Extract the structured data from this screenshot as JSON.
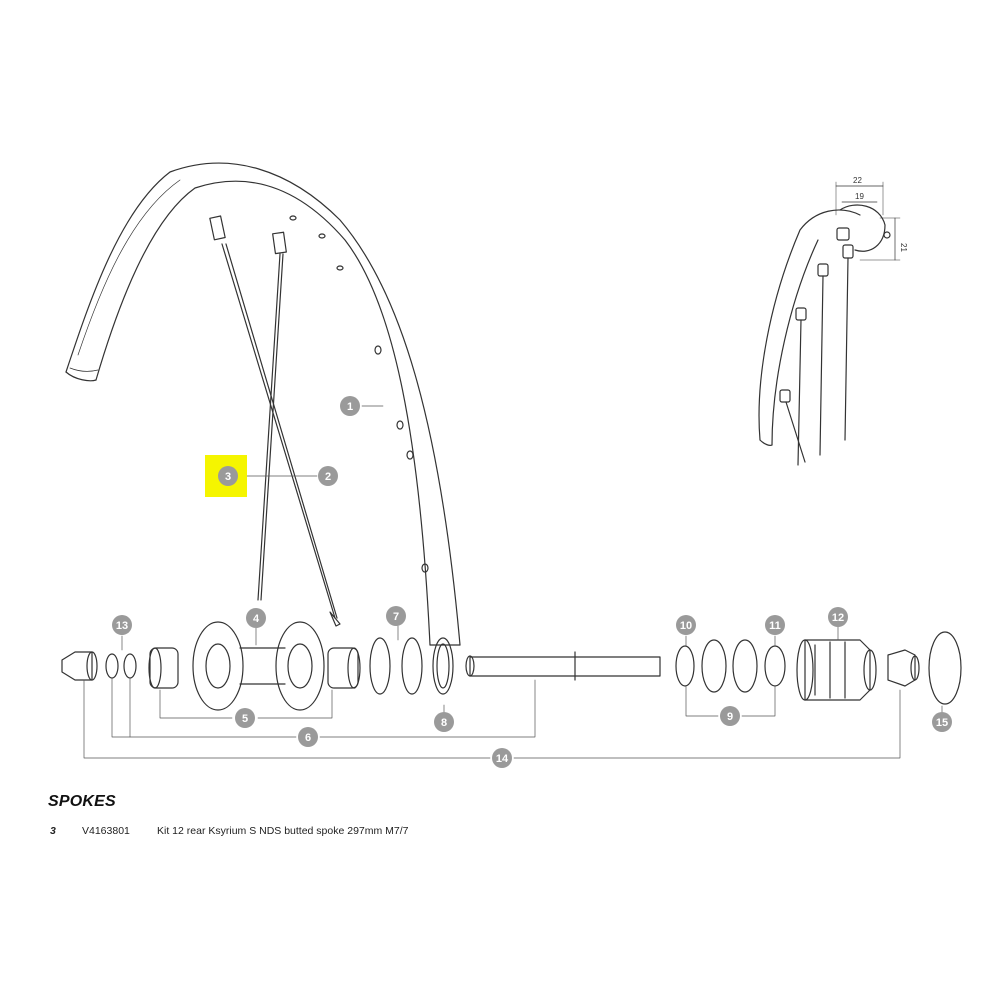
{
  "callouts": [
    {
      "id": "1",
      "label": "1"
    },
    {
      "id": "2",
      "label": "2"
    },
    {
      "id": "3",
      "label": "3",
      "highlighted": true
    },
    {
      "id": "4",
      "label": "4"
    },
    {
      "id": "5",
      "label": "5"
    },
    {
      "id": "6",
      "label": "6"
    },
    {
      "id": "7",
      "label": "7"
    },
    {
      "id": "8",
      "label": "8"
    },
    {
      "id": "9",
      "label": "9"
    },
    {
      "id": "10",
      "label": "10"
    },
    {
      "id": "11",
      "label": "11"
    },
    {
      "id": "12",
      "label": "12"
    },
    {
      "id": "13",
      "label": "13"
    },
    {
      "id": "14",
      "label": "14"
    },
    {
      "id": "15",
      "label": "15"
    }
  ],
  "rim_profile_dimensions": {
    "width_outer": "22",
    "width_inner": "19",
    "height": "21"
  },
  "colors": {
    "highlight": "#f5f500",
    "callout_fill": "#9a9a9a",
    "line": "#333333"
  },
  "parts_list": {
    "section_title": "SPOKES",
    "items": [
      {
        "number": "3",
        "code": "V4163801",
        "description": "Kit 12 rear Ksyrium S NDS butted spoke 297mm M7/7"
      }
    ]
  }
}
